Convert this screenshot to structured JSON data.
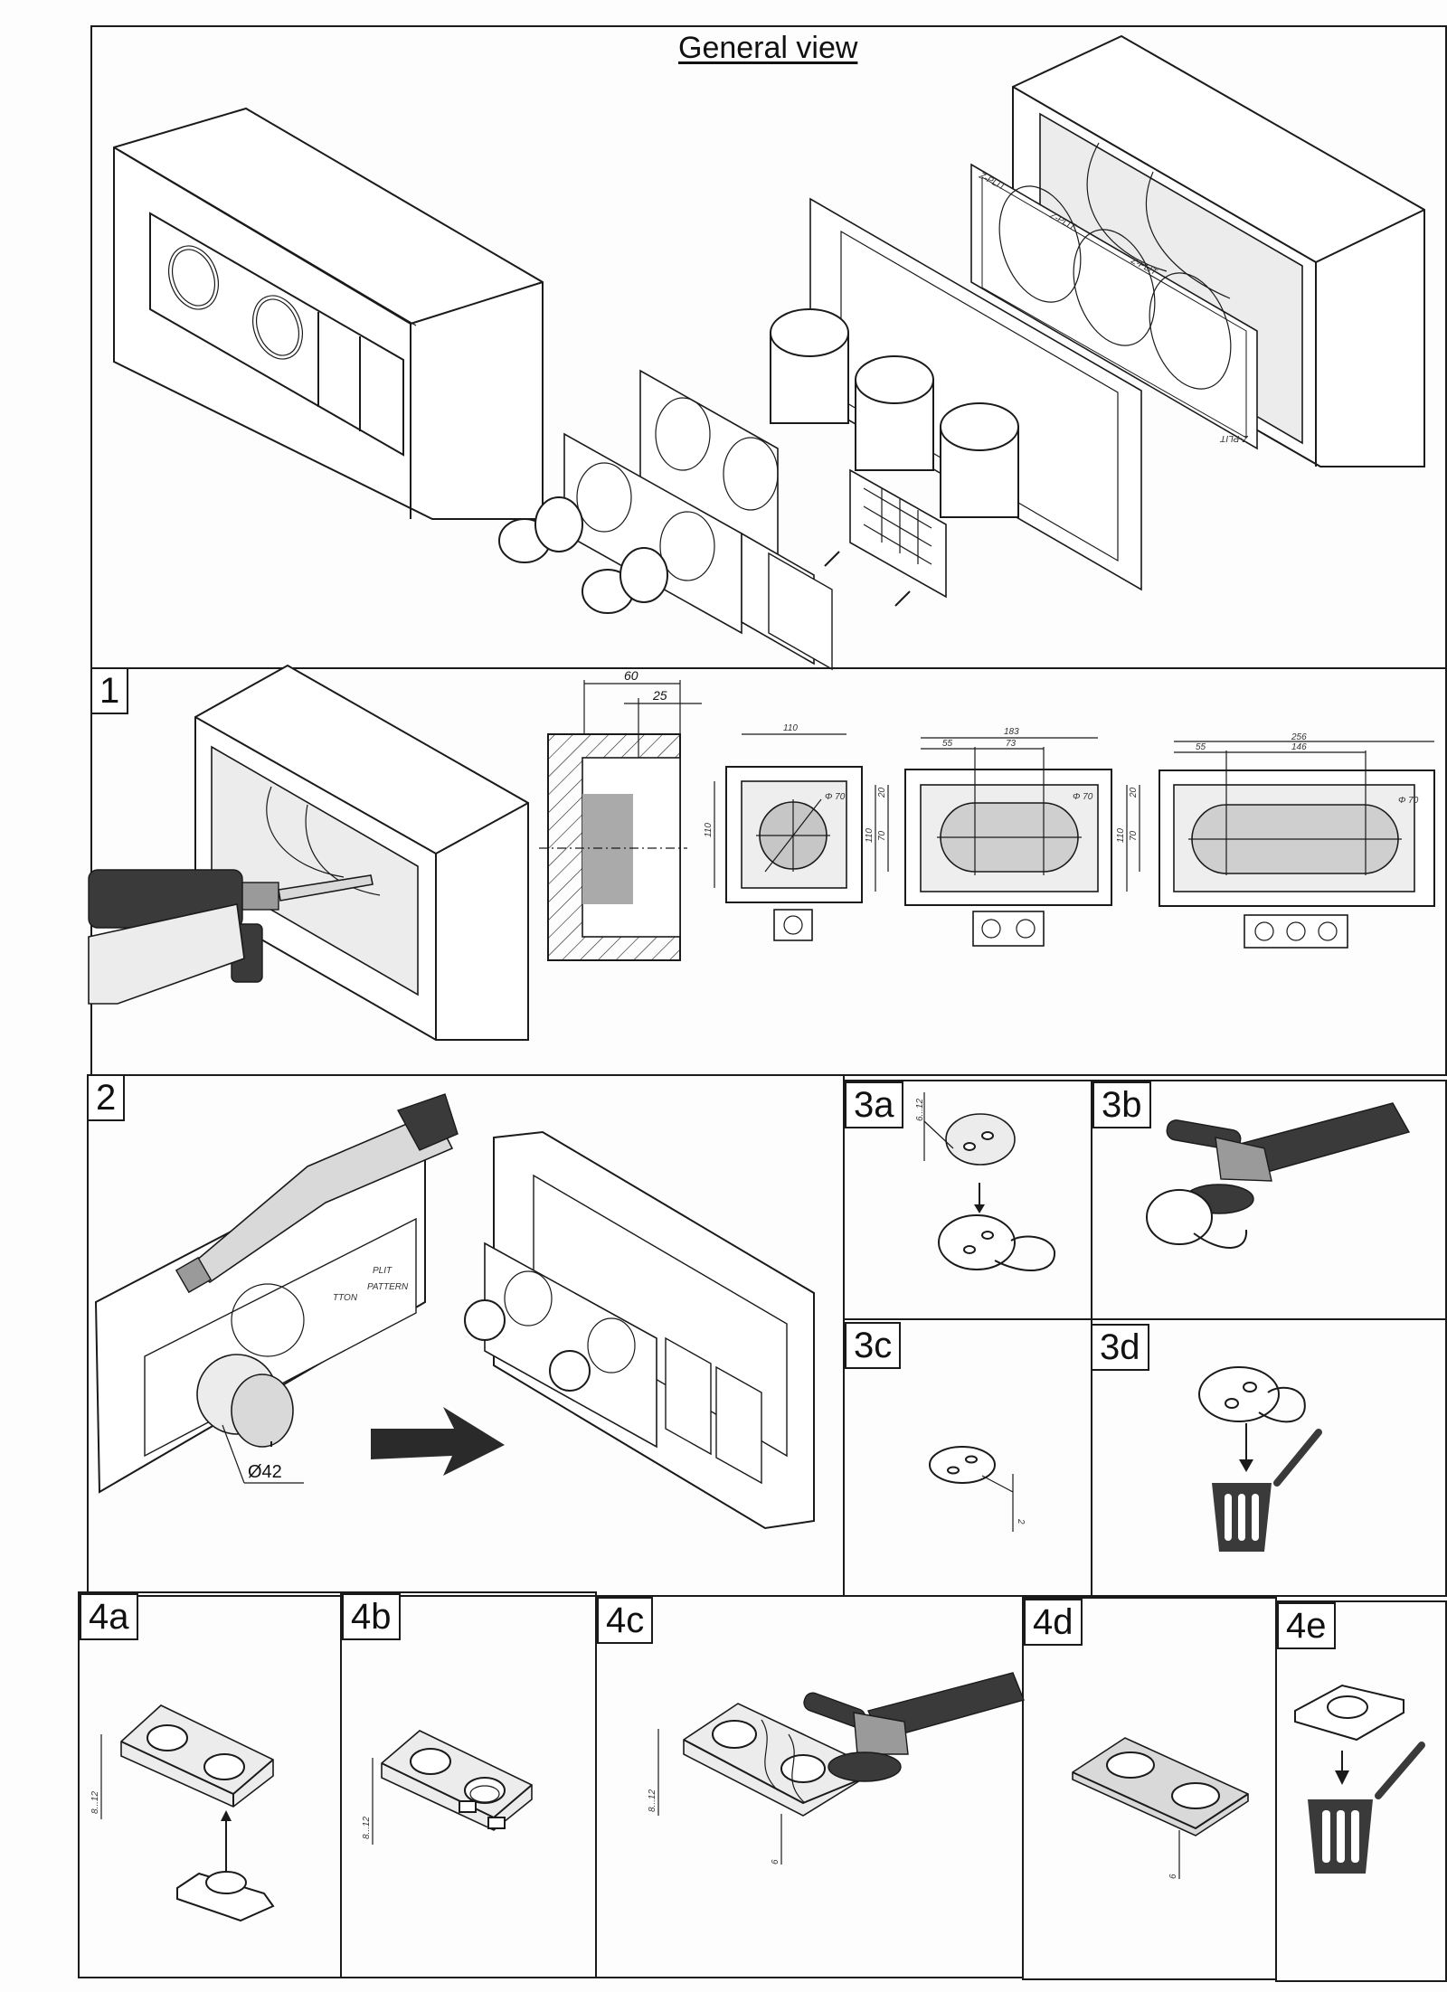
{
  "document": {
    "title": "General view",
    "sections": {
      "general": {
        "title": "General view"
      },
      "step1": {
        "label": "1",
        "section_dims": {
          "depth_total": "60",
          "depth_recess": "25"
        },
        "templates": [
          {
            "name": "single",
            "width": "110",
            "height": "110",
            "offset_top": "20",
            "hole_height": "70",
            "hole_diameter": "Φ 70",
            "sockets": 1
          },
          {
            "name": "double",
            "width": "183",
            "left_offset": "55",
            "center_spacing": "73",
            "height": "110",
            "offset_top": "20",
            "hole_height": "70",
            "hole_diameter": "Φ 70",
            "sockets": 2
          },
          {
            "name": "triple",
            "width": "256",
            "left_offset": "55",
            "center_spacing": "146",
            "height": "110",
            "offset_top": "20",
            "hole_height": "70",
            "hole_diameter": "Φ 70",
            "sockets": 3
          }
        ]
      },
      "step2": {
        "label": "2",
        "crown_diameter": "Ø42",
        "pattern_texts": {
          "brand": "PLIT",
          "pattern": "PATTERN",
          "partial": "TTON"
        }
      },
      "step3a": {
        "label": "3a",
        "thickness": "6...12"
      },
      "step3b": {
        "label": "3b"
      },
      "step3c": {
        "label": "3c",
        "thickness": "2"
      },
      "step3d": {
        "label": "3d"
      },
      "step4a": {
        "label": "4a",
        "thickness": "8...12"
      },
      "step4b": {
        "label": "4b",
        "thickness": "8...12"
      },
      "step4c": {
        "label": "4c",
        "thickness": "8...12",
        "cut_depth": "6"
      },
      "step4d": {
        "label": "4d",
        "cut_depth": "6"
      },
      "step4e": {
        "label": "4e"
      }
    },
    "brand_marks": [
      "Z-PLIT",
      "Z-PLIT",
      "Z-PLIT",
      "Z-PLIT"
    ]
  }
}
